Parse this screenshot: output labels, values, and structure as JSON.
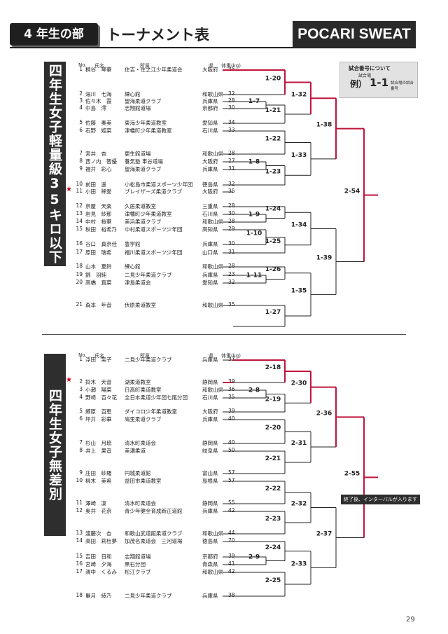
{
  "header": {
    "title": "4 年生の部",
    "subtitle": "トーナメント表",
    "sponsor": "POCARI SWEAT"
  },
  "legend": {
    "title": "試合番号について",
    "venue_label": "試合場",
    "example_label": "例）",
    "example_code": "1-1",
    "match_label": "試合場の試合番号"
  },
  "columns": {
    "no": "No.",
    "name": "氏名",
    "club": "所属",
    "pref": "県",
    "weight": "体重(kg)"
  },
  "sections": [
    {
      "title": "四年生女子軽量級35キロ以下",
      "players": [
        {
          "no": "1",
          "name": "桐谷　琴華",
          "club": "住吉・住之江少年柔道会",
          "pref": "大阪府",
          "weight": "35"
        },
        {
          "no": "2",
          "name": "湯川　七海",
          "club": "練心館",
          "pref": "和歌山県",
          "weight": "32"
        },
        {
          "no": "3",
          "name": "佐々木　霞",
          "club": "望海柔道クラブ",
          "pref": "兵庫県",
          "weight": "28"
        },
        {
          "no": "4",
          "name": "中島　澪",
          "club": "志翔館道場",
          "pref": "京都府",
          "weight": "30"
        },
        {
          "no": "5",
          "name": "佐藤　奏美",
          "club": "東海少年柔道教室",
          "pref": "愛知県",
          "weight": "34"
        },
        {
          "no": "6",
          "name": "石野　姫菜",
          "club": "津幡町少年柔道教室",
          "pref": "石川県",
          "weight": "33"
        },
        {
          "no": "7",
          "name": "宮井　杏",
          "club": "更生館道場",
          "pref": "和歌山県",
          "weight": "28"
        },
        {
          "no": "8",
          "name": "西ノ内　智優",
          "club": "養気塾 車谷道場",
          "pref": "大阪府",
          "weight": "27"
        },
        {
          "no": "9",
          "name": "福井　彩心",
          "club": "望海柔道クラブ",
          "pref": "兵庫県",
          "weight": "31"
        },
        {
          "no": "10",
          "name": "前田　遥",
          "club": "小松島市柔道スポーツ少年団",
          "pref": "徳島県",
          "weight": "32"
        },
        {
          "no": "11",
          "name": "小田　稀愛",
          "club": "ブレイザーズ柔道クラブ",
          "pref": "大阪府",
          "weight": "35"
        },
        {
          "no": "12",
          "name": "京屋　天楽",
          "club": "久居柔道教室",
          "pref": "三重県",
          "weight": "28"
        },
        {
          "no": "13",
          "name": "岩見　紗那",
          "club": "津幡町少年柔道教室",
          "pref": "石川県",
          "weight": "30"
        },
        {
          "no": "14",
          "name": "中村　桜華",
          "club": "美浜柔道クラブ",
          "pref": "和歌山県",
          "weight": "28"
        },
        {
          "no": "15",
          "name": "秋田　裕希乃",
          "club": "中村柔道スポーツ少年団",
          "pref": "高知県",
          "weight": "29"
        },
        {
          "no": "16",
          "name": "谷口　真奈佳",
          "club": "豊学館",
          "pref": "兵庫県",
          "weight": "30"
        },
        {
          "no": "17",
          "name": "原田　瑞希",
          "club": "福川柔道スポーツ少年団",
          "pref": "山口県",
          "weight": "31"
        },
        {
          "no": "18",
          "name": "山本　夏鈴",
          "club": "練心館",
          "pref": "和歌山県",
          "weight": "28"
        },
        {
          "no": "19",
          "name": "錦　羽純",
          "club": "二見少年柔道クラブ",
          "pref": "兵庫県",
          "weight": "23"
        },
        {
          "no": "20",
          "name": "高橋　真菜",
          "club": "津島柔道会",
          "pref": "愛知県",
          "weight": "32"
        },
        {
          "no": "21",
          "name": "森本　年音",
          "club": "伏原柔道教室",
          "pref": "和歌山県",
          "weight": "35"
        }
      ],
      "matches": [
        "1-20",
        "1-7",
        "1-21",
        "1-32",
        "1-22",
        "1-8",
        "1-23",
        "1-33",
        "1-38",
        "2-54",
        "1-24",
        "1-9",
        "1-10",
        "1-25",
        "1-34",
        "1-26",
        "1-11",
        "1-27",
        "1-35",
        "1-39"
      ]
    },
    {
      "title": "四年生女子無差別",
      "players": [
        {
          "no": "1",
          "name": "浮田　笑子",
          "club": "二見少年柔道クラブ",
          "pref": "兵庫県",
          "weight": "37"
        },
        {
          "no": "2",
          "name": "鈴木　天音",
          "club": "湖柔道教室",
          "pref": "静岡県",
          "weight": "39"
        },
        {
          "no": "3",
          "name": "小瀬　陽菜",
          "club": "日高町柔道教室",
          "pref": "和歌山県",
          "weight": "36"
        },
        {
          "no": "4",
          "name": "野崎　百々花",
          "club": "全日本柔道少年団七尾分団",
          "pref": "石川県",
          "weight": "35"
        },
        {
          "no": "5",
          "name": "郷原　百恵",
          "club": "ダイコロ少年柔道教室",
          "pref": "大阪府",
          "weight": "39"
        },
        {
          "no": "6",
          "name": "坪井　彩華",
          "club": "鳩里柔道クラブ",
          "pref": "兵庫県",
          "weight": "40"
        },
        {
          "no": "7",
          "name": "杉山　月琉",
          "club": "清水町柔道会",
          "pref": "静岡県",
          "weight": "40"
        },
        {
          "no": "8",
          "name": "井上　果音",
          "club": "美濃柔道",
          "pref": "岐阜県",
          "weight": "50"
        },
        {
          "no": "9",
          "name": "庄田　紗羅",
          "club": "円城柔道館",
          "pref": "富山県",
          "weight": "57"
        },
        {
          "no": "10",
          "name": "柳木　美希",
          "club": "益田市柔道教室",
          "pref": "島根県",
          "weight": "57"
        },
        {
          "no": "11",
          "name": "澤崎　凜",
          "club": "清水町柔道会",
          "pref": "静岡県",
          "weight": "55"
        },
        {
          "no": "12",
          "name": "奥井　花奈",
          "club": "青少年健全育成新正道館",
          "pref": "兵庫県",
          "weight": "42"
        },
        {
          "no": "13",
          "name": "渡慶次　杏",
          "club": "和歌山武道館柔道クラブ",
          "pref": "和歌山県",
          "weight": "44"
        },
        {
          "no": "14",
          "name": "高田　莉杜夢",
          "club": "加茂名柔道会　三河道場",
          "pref": "徳島県",
          "weight": "70"
        },
        {
          "no": "15",
          "name": "吉田　日和",
          "club": "志翔館道場",
          "pref": "京都府",
          "weight": "39"
        },
        {
          "no": "16",
          "name": "宮崎　夕海",
          "club": "黒石分団",
          "pref": "青森県",
          "weight": "41"
        },
        {
          "no": "17",
          "name": "濱中　くるみ",
          "club": "松江クラブ",
          "pref": "和歌山県",
          "weight": "42"
        },
        {
          "no": "18",
          "name": "畢月　綾乃",
          "club": "二見少年柔道クラブ",
          "pref": "兵庫県",
          "weight": "38"
        }
      ],
      "matches": [
        "2-18",
        "2-8",
        "2-19",
        "2-30",
        "2-20",
        "2-21",
        "2-31",
        "2-36",
        "2-22",
        "2-23",
        "2-32",
        "2-24",
        "2-9",
        "2-25",
        "2-33",
        "2-37",
        "2-55"
      ],
      "final_note": "終了後、インターバルが入ります"
    }
  ],
  "page_number": "29",
  "colors": {
    "accent": "#c0143c",
    "line": "#222222"
  }
}
